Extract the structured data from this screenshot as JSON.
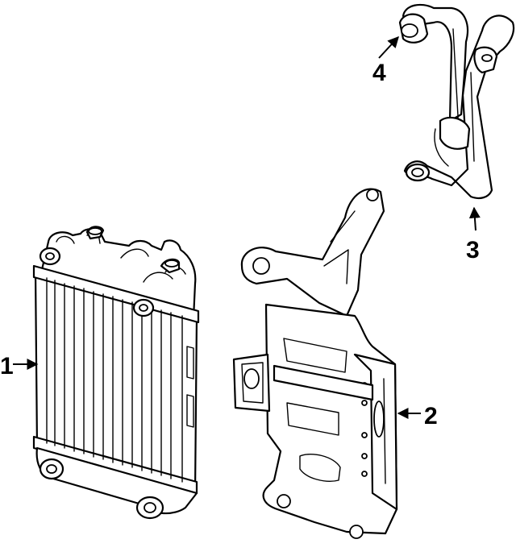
{
  "diagram": {
    "callouts": [
      {
        "number": "1",
        "part": "oil-cooler"
      },
      {
        "number": "2",
        "part": "mounting-bracket"
      },
      {
        "number": "3",
        "part": "coolant-hose"
      },
      {
        "number": "4",
        "part": "hose-end-fitting"
      }
    ],
    "colors": {
      "line": "#000000",
      "background": "#ffffff"
    }
  }
}
